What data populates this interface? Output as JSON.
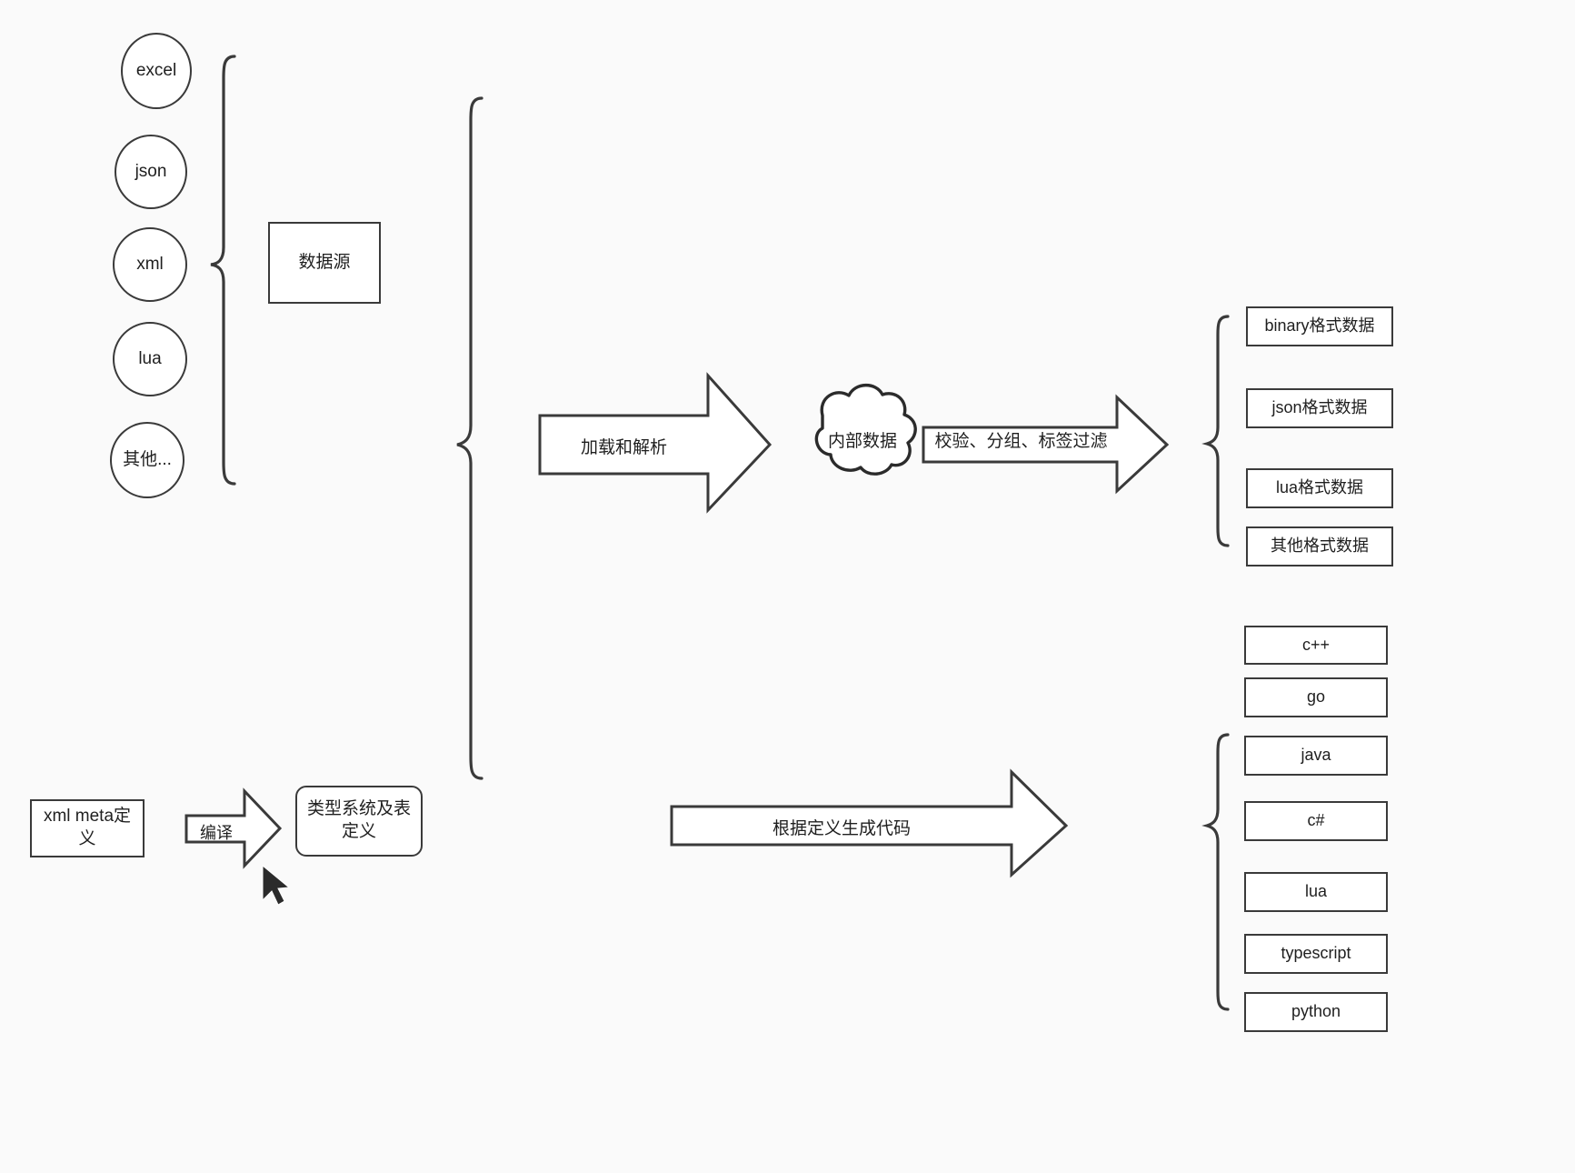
{
  "diagram": {
    "title": "data pipeline diagram",
    "background_color": "#fafafa",
    "stroke_color": "#3a3a3a",
    "fill_color": "#ffffff",
    "text_color": "#1f1f1f"
  },
  "sources": {
    "items": [
      {
        "label": "excel"
      },
      {
        "label": "json"
      },
      {
        "label": "xml"
      },
      {
        "label": "lua"
      },
      {
        "label": "其他..."
      }
    ],
    "group_label": "数据源"
  },
  "meta": {
    "input_label": "xml meta定\n义",
    "compile_arrow_label": "编译",
    "output_label": "类型系统及表\n定义"
  },
  "flow": {
    "load_parse_arrow_label": "加载和解析",
    "internal_data_label": "内部数据",
    "filter_arrow_label": "校验、分组、标签过滤",
    "codegen_arrow_label": "根据定义生成代码"
  },
  "outputs": {
    "formats": [
      {
        "label": "binary格式数据"
      },
      {
        "label": "json格式数据"
      },
      {
        "label": "lua格式数据"
      },
      {
        "label": "其他格式数据"
      }
    ],
    "languages": [
      {
        "label": "c++"
      },
      {
        "label": "go"
      },
      {
        "label": "java"
      },
      {
        "label": "c#"
      },
      {
        "label": "lua"
      },
      {
        "label": "typescript"
      },
      {
        "label": "python"
      }
    ]
  }
}
